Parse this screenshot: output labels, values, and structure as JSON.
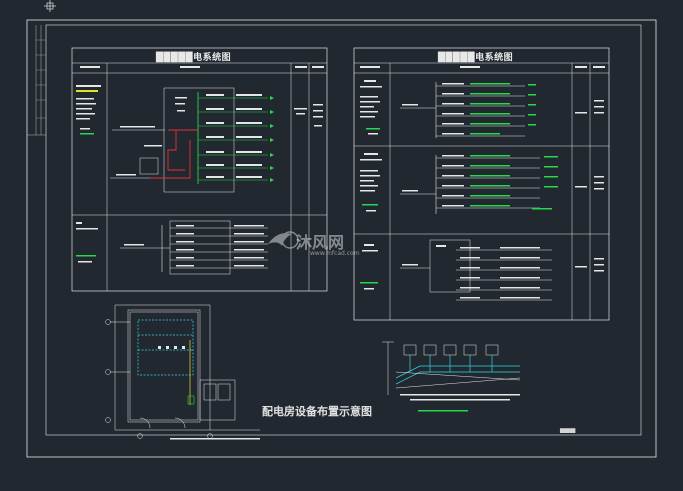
{
  "titles": {
    "left_panel": "█████电系统图",
    "right_panel": "█████电系统图",
    "layout_plan": "配电房设备布置示意图",
    "sheet_no": "█████"
  },
  "watermark": {
    "text": "沐风网",
    "url": "www.mfcad.com"
  },
  "colors": {
    "background": "#212830",
    "sheet_border": "#e8e8e8",
    "line_white": "#e6e6e6",
    "line_green": "#27d84a",
    "line_cyan": "#2fd6e6",
    "line_red": "#e23232",
    "line_yellow": "#e6e02a"
  }
}
